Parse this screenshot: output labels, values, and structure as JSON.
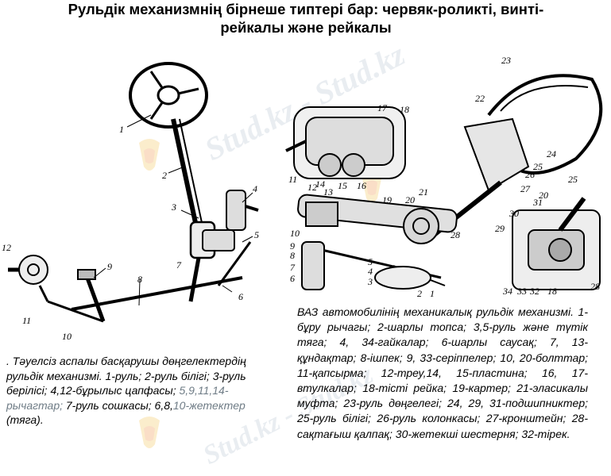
{
  "title": "Рульдік механизмнің бірнеше типтері бар: червяк-роликті, винті-рейкалы және рейкалы",
  "watermark": "Stud.kz - Stud.kz",
  "left_figure": {
    "labels": [
      "1",
      "2",
      "3",
      "4",
      "5",
      "6",
      "7",
      "8",
      "9",
      "10",
      "11",
      "12"
    ]
  },
  "right_figure": {
    "labels": [
      "17",
      "18",
      "14",
      "15",
      "16",
      "11",
      "12",
      "13",
      "19",
      "20",
      "21",
      "10",
      "9",
      "8",
      "7",
      "6",
      "5",
      "4",
      "3",
      "2",
      "1",
      "28",
      "22",
      "23",
      "24",
      "25",
      "26",
      "27",
      "20",
      "25",
      "31",
      "30",
      "29",
      "34",
      "33",
      "32",
      "18",
      "28"
    ]
  },
  "caption_left": {
    "lead": ". Тәуелсіз аспалы басқарушы дөңгелектердің рульдік механизмі. 1-руль; 2-руль білігі; 3-руль берілісі; 4,12-бұрылыс цапфасы;",
    "grey_1": " 5,9,11,14-рычагтар;",
    "mid": " 7-руль сошкасы; 6,8,",
    "grey_2": "10-жетектер",
    "tail": " (тяга)."
  },
  "caption_right": "ВАЗ автомобилінің механикалық рульдік механизмі. 1-бұру рычагы; 2-шарлы топса; 3,5-руль және түтік тяга; 4, 34-гайкалар; 6-шарлы саусақ; 7, 13-құндақтар; 8-ішпек; 9, 33-серіппелер; 10, 20-болттар; 11-қапсырма; 12-треу,14, 15-пластина; 16, 17-втулкалар; 18-тісті рейка; 19-картер; 21-эласикалы муфта; 23-руль дөңгелегі; 24, 29, 31-подшипниктер; 25-руль білігі; 26-руль колонкасы; 27-кронштейн; 28-сақтағыш қалпақ; 30-жетекші шестерня; 32-тірек."
}
